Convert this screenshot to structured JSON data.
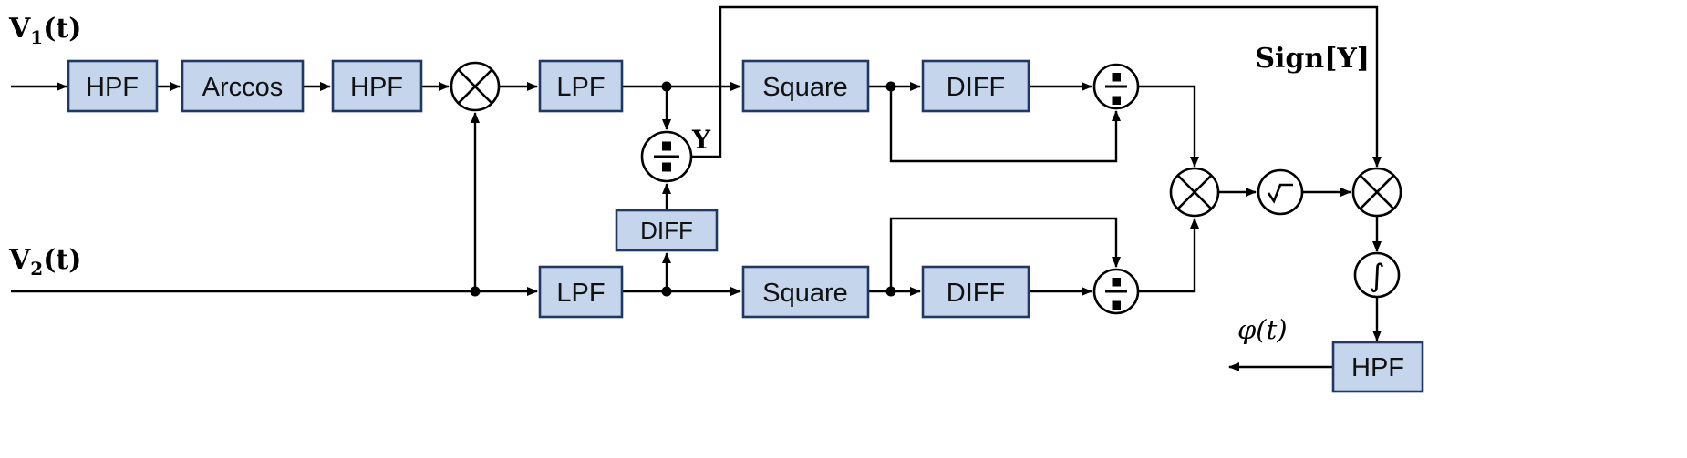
{
  "figure": {
    "type": "signal-processing-block-diagram",
    "colors": {
      "block_fill": "#c4d5ec",
      "block_stroke": "#1f3864",
      "wire": "#000000",
      "operator_fill": "#ffffff",
      "operator_stroke": "#000000"
    },
    "inputs": {
      "v1_base": "V",
      "v1_sub": "1",
      "v1_tail": "(t)",
      "v2_base": "V",
      "v2_sub": "2",
      "v2_tail": "(t)"
    },
    "labels": {
      "y": "Y",
      "sign_y": "Sign[Y]",
      "phi": "φ(t)",
      "integral_glyph": "∫"
    },
    "blocks": {
      "hpf1": "HPF",
      "arccos": "Arccos",
      "hpf2": "HPF",
      "lpf_top": "LPF",
      "square_top": "Square",
      "diff_top": "DIFF",
      "lpf_bottom": "LPF",
      "diff_mid": "DIFF",
      "square_bottom": "Square",
      "diff_bottom": "DIFF",
      "hpf_out": "HPF"
    },
    "icons": {
      "multiply": "circled-times",
      "divide": "circled-divide",
      "sqrt": "circled-square-root",
      "integrate": "circled-integral"
    }
  }
}
